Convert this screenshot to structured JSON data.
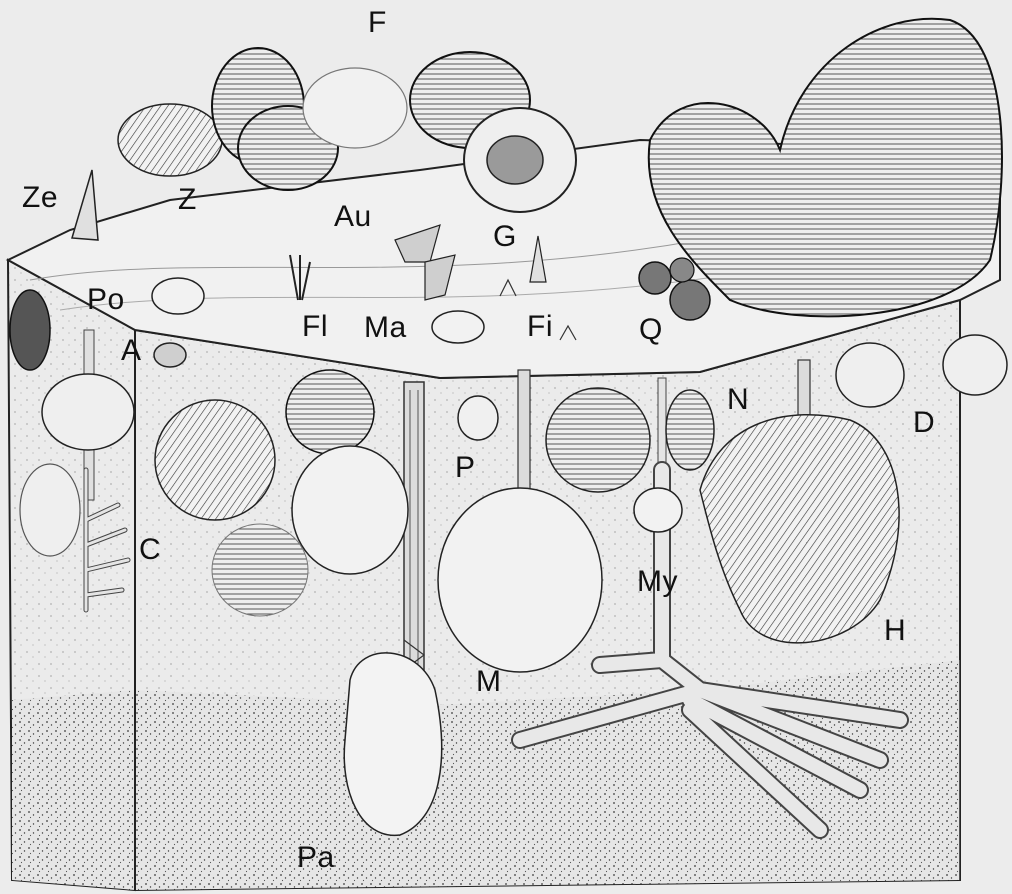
{
  "labels": {
    "F": "F",
    "Ze": "Ze",
    "Z": "Z",
    "Au": "Au",
    "G": "G",
    "Po": "Po",
    "Fl": "Fl",
    "Ma": "Ma",
    "Fi": "Fi",
    "Q": "Q",
    "A": "A",
    "N": "N",
    "D": "D",
    "P": "P",
    "C": "C",
    "My": "My",
    "H": "H",
    "M": "M",
    "Pa": "Pa"
  }
}
